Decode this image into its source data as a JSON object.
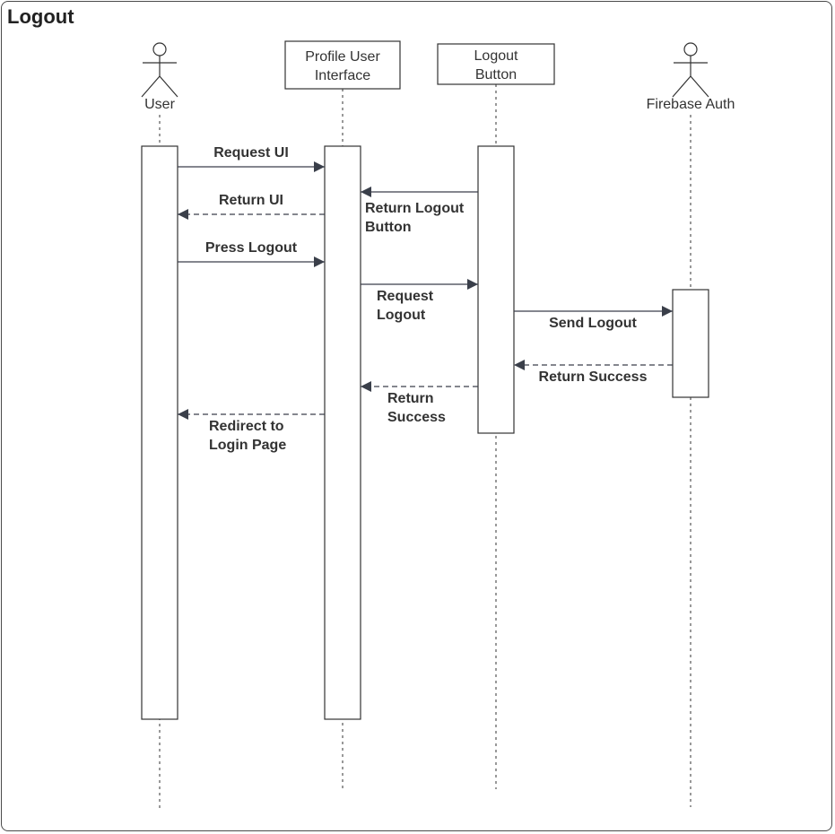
{
  "title": "Logout",
  "participants": [
    {
      "id": "user",
      "label": "User",
      "kind": "actor"
    },
    {
      "id": "ui",
      "label": [
        "Profile User",
        "Interface"
      ],
      "kind": "box"
    },
    {
      "id": "btn",
      "label": [
        "Logout",
        "Button"
      ],
      "kind": "box"
    },
    {
      "id": "auth",
      "label": "Firebase Auth",
      "kind": "actor"
    }
  ],
  "messages": [
    {
      "from": "user",
      "to": "ui",
      "label": [
        "Request UI"
      ],
      "style": "solid"
    },
    {
      "from": "ui",
      "to": "user",
      "label": [
        "Return UI"
      ],
      "style": "dashed"
    },
    {
      "from": "btn",
      "to": "ui",
      "label": [
        "Return Logout",
        "Button"
      ],
      "style": "solid"
    },
    {
      "from": "user",
      "to": "ui",
      "label": [
        "Press Logout"
      ],
      "style": "solid"
    },
    {
      "from": "ui",
      "to": "btn",
      "label": [
        "Request",
        "Logout"
      ],
      "style": "solid"
    },
    {
      "from": "btn",
      "to": "auth",
      "label": [
        "Send Logout"
      ],
      "style": "solid"
    },
    {
      "from": "auth",
      "to": "btn",
      "label": [
        "Return Success"
      ],
      "style": "dashed"
    },
    {
      "from": "btn",
      "to": "ui",
      "label": [
        "Return",
        "Success"
      ],
      "style": "dashed"
    },
    {
      "from": "ui",
      "to": "user",
      "label": [
        "Redirect to",
        "Login Page"
      ],
      "style": "dashed"
    }
  ],
  "colors": {
    "line": "#333333",
    "arrow": "#3a3f4a"
  }
}
